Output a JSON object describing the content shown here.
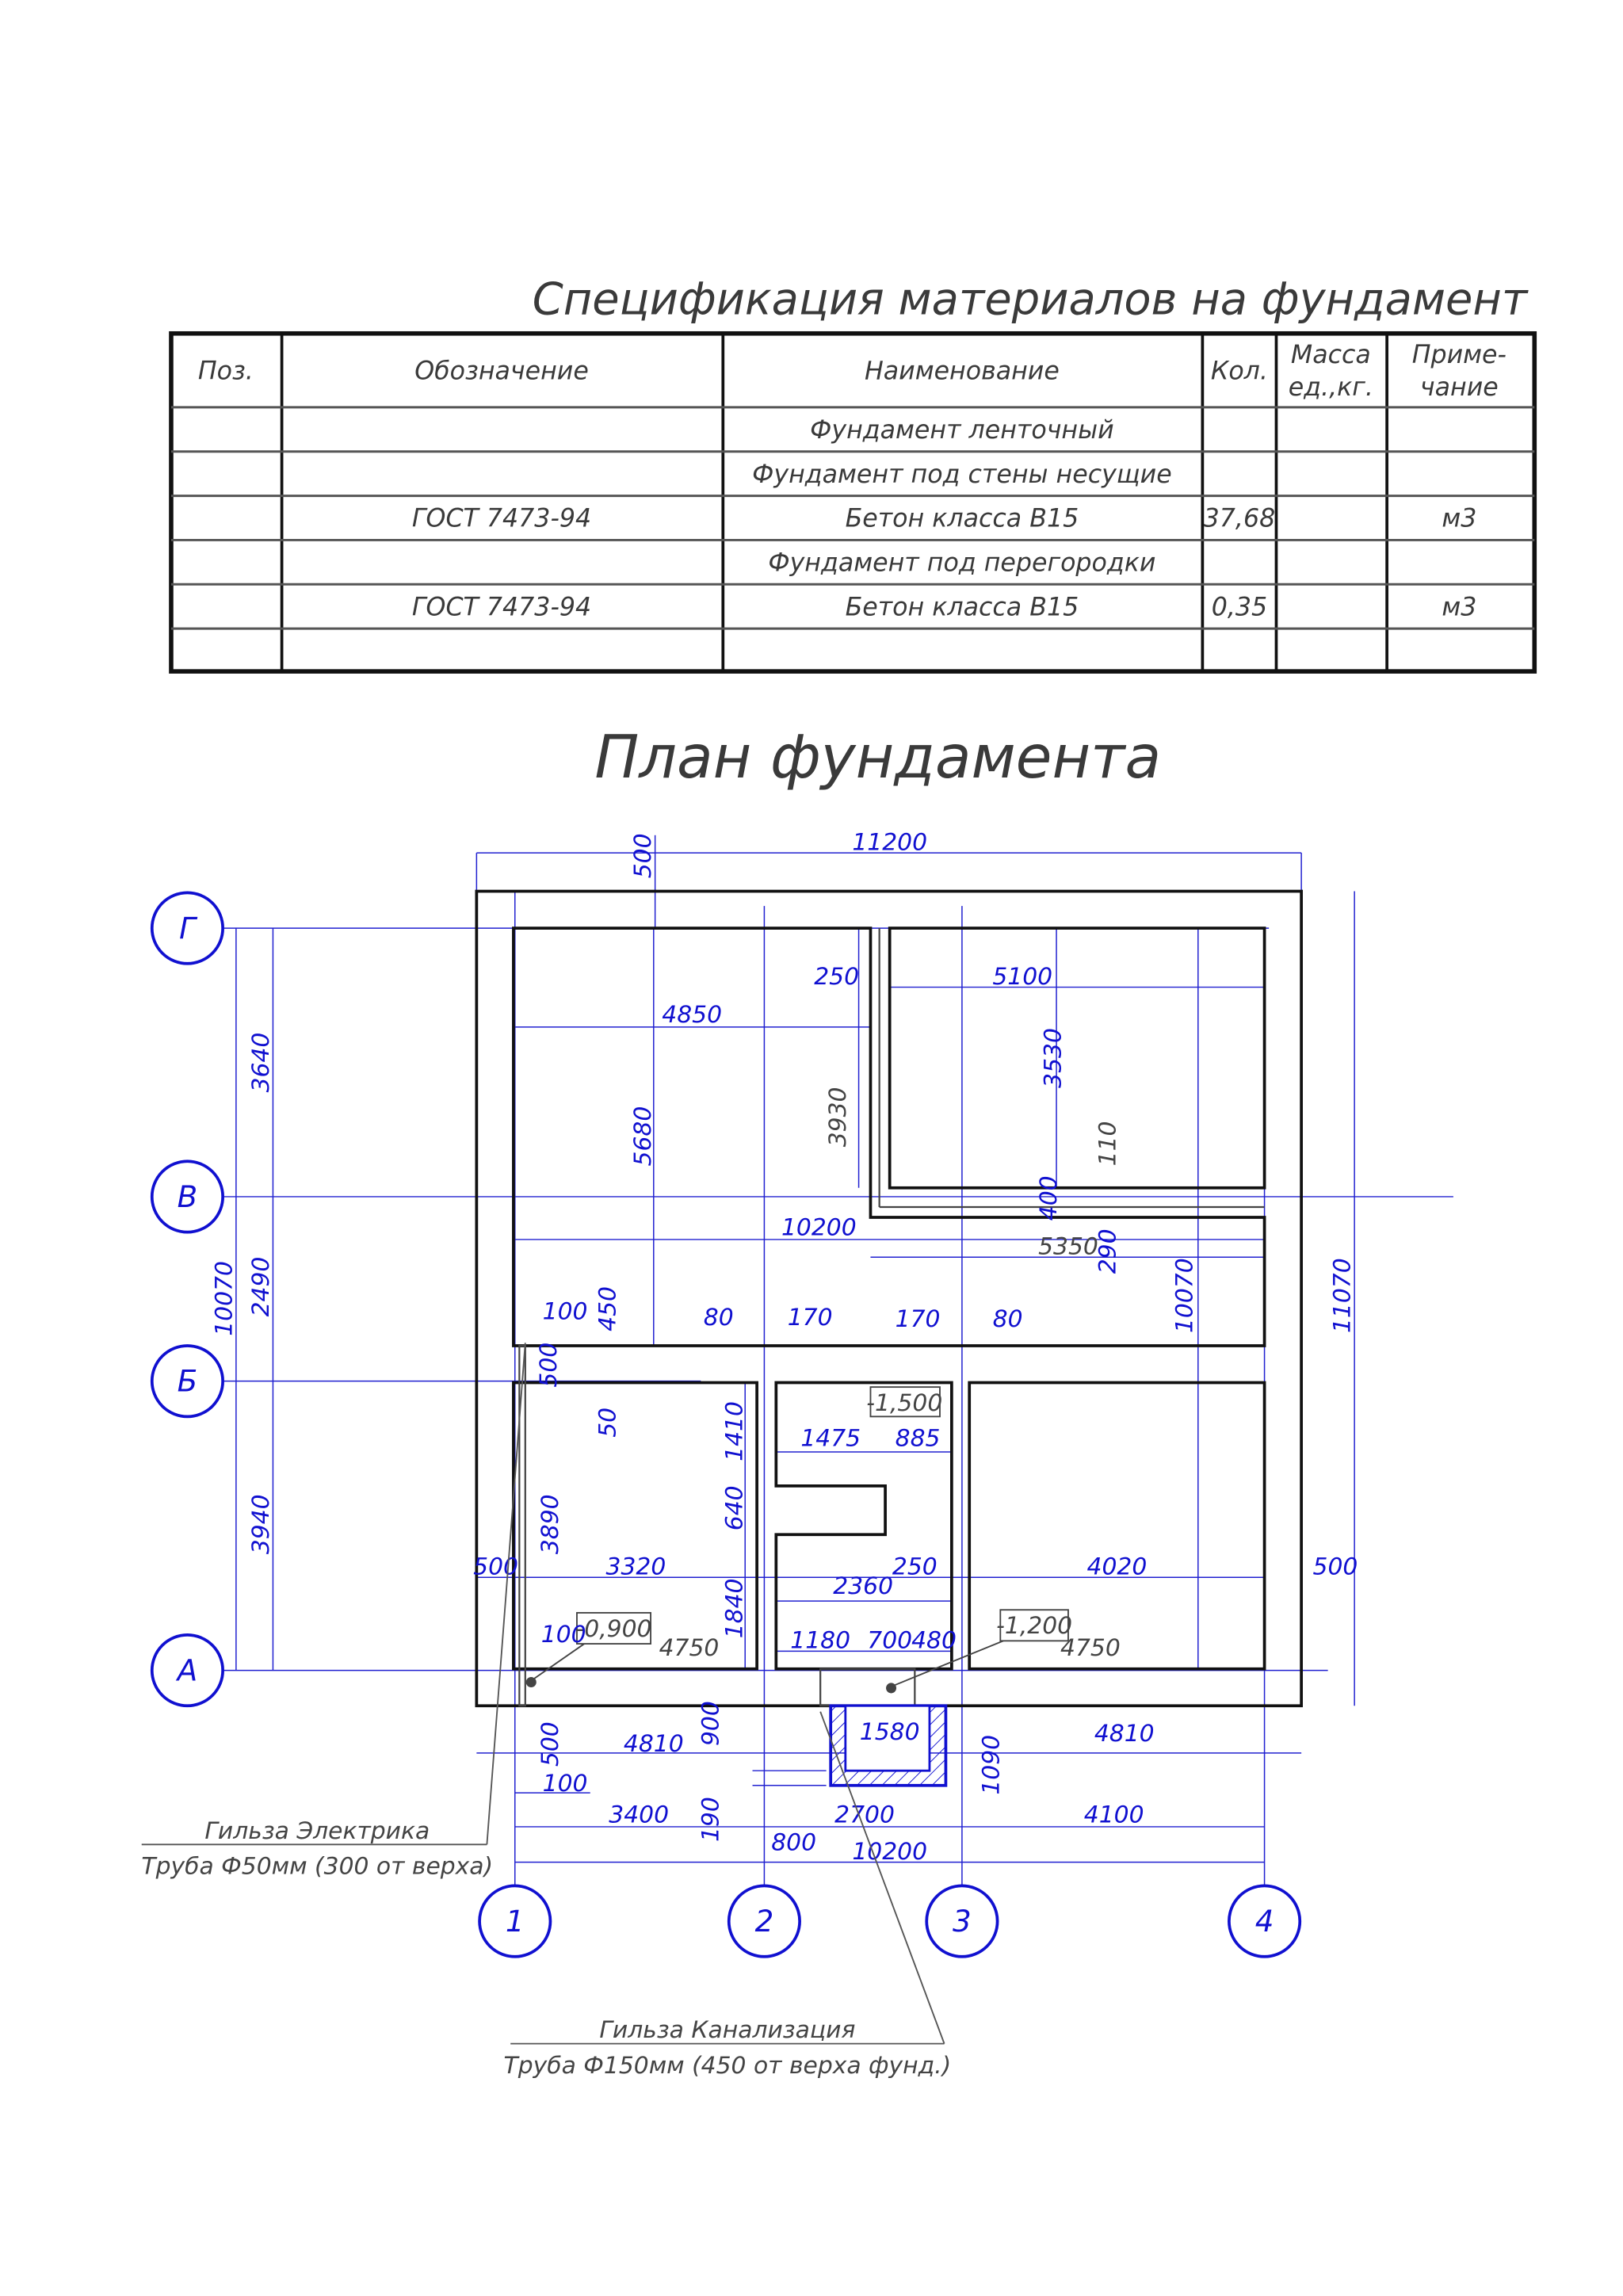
{
  "spec": {
    "title": "Спецификация материалов на фундамент",
    "headers": [
      "Поз.",
      "Обозначение",
      "Наименование",
      "Кол.",
      "Масса",
      "ед.,кг.",
      "Приме-",
      "чание"
    ],
    "rows": [
      {
        "pos": "",
        "designation": "",
        "name": "Фундамент ленточный",
        "qty": "",
        "mass": "",
        "note": ""
      },
      {
        "pos": "",
        "designation": "",
        "name": "Фундамент под стены несущие",
        "qty": "",
        "mass": "",
        "note": ""
      },
      {
        "pos": "",
        "designation": "ГОСТ 7473-94",
        "name": "Бетон класса B15",
        "qty": "37,68",
        "mass": "",
        "note": "м3"
      },
      {
        "pos": "",
        "designation": "",
        "name": "Фундамент под перегородки",
        "qty": "",
        "mass": "",
        "note": ""
      },
      {
        "pos": "",
        "designation": "ГОСТ 7473-94",
        "name": "Бетон класса B15",
        "qty": "0,35",
        "mass": "",
        "note": "м3"
      },
      {
        "pos": "",
        "designation": "",
        "name": "",
        "qty": "",
        "mass": "",
        "note": ""
      }
    ]
  },
  "plan": {
    "title": "План фундамента",
    "axes_rows": [
      "Г",
      "В",
      "Б",
      "А"
    ],
    "axes_cols": [
      "1",
      "2",
      "3",
      "4"
    ],
    "levels": [
      "-0,900",
      "-1,500",
      "-1,200"
    ],
    "dims": [
      "11200",
      "500",
      "250",
      "5100",
      "4850",
      "3530",
      "5680",
      "3930",
      "110",
      "10200",
      "400",
      "5350",
      "290",
      "10070",
      "11070",
      "3640",
      "10070",
      "2490",
      "3940",
      "100",
      "450",
      "80",
      "170",
      "170",
      "80",
      "500",
      "50",
      "1410",
      "1475",
      "885",
      "640",
      "3890",
      "500",
      "3320",
      "2360",
      "250",
      "4020",
      "500",
      "1840",
      "100",
      "1180",
      "700",
      "480",
      "4750",
      "4750",
      "1580",
      "4810",
      "900",
      "4810",
      "500",
      "1090",
      "100",
      "3400",
      "190",
      "2700",
      "4100",
      "800",
      "10200"
    ],
    "notes": {
      "electric_title": "Гильза Электрика",
      "electric_pipe": "Труба Ф50мм (300 от верха)",
      "sewer_title": "Гильза Канализация",
      "sewer_pipe": "Труба Ф150мм (450 от верха фунд.)"
    },
    "colors": {
      "dimension": "#1010d0",
      "outline": "#111111"
    }
  }
}
